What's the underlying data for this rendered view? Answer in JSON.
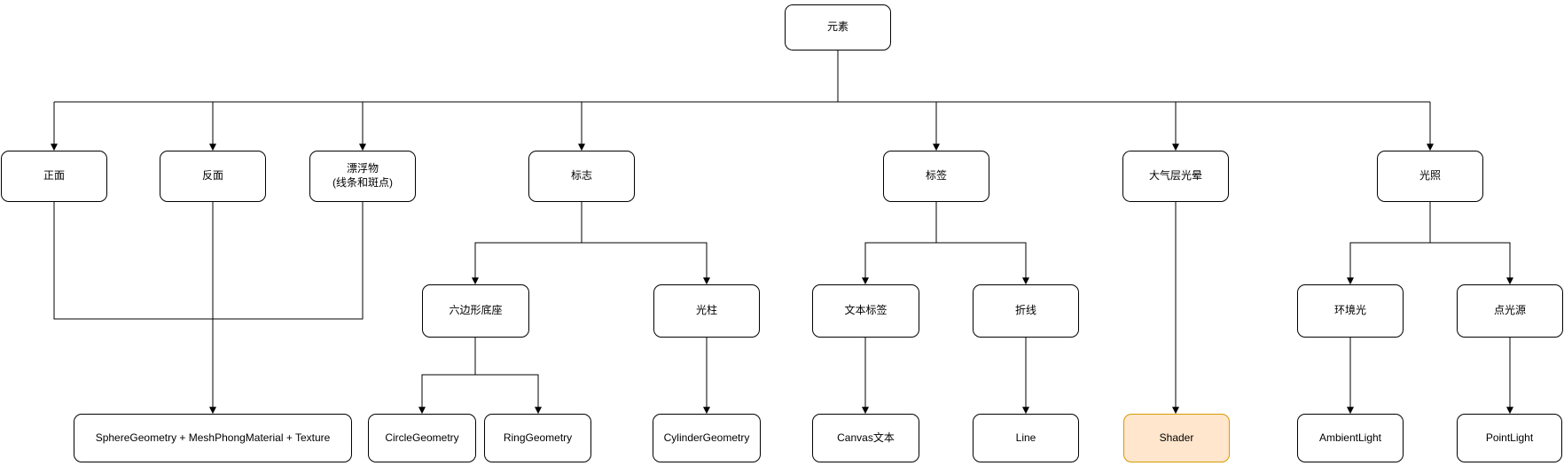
{
  "diagram": {
    "colors": {
      "node_fill": "#ffffff",
      "node_border": "#000000",
      "highlight_fill": "#ffe6cc",
      "highlight_border": "#d79b00",
      "edge": "#000000",
      "text": "#000000"
    },
    "nodes": {
      "root": {
        "label": "元素"
      },
      "front": {
        "label": "正面"
      },
      "back": {
        "label": "反面"
      },
      "floaters": {
        "label": "漂浮物",
        "label2": "(线条和斑点)"
      },
      "logo": {
        "label": "标志"
      },
      "tag": {
        "label": "标签"
      },
      "atmosphere": {
        "label": "大气层光晕"
      },
      "lighting": {
        "label": "光照"
      },
      "hexbase": {
        "label": "六边形底座"
      },
      "lightpillar": {
        "label": "光柱"
      },
      "textlabel": {
        "label": "文本标签"
      },
      "polyline": {
        "label": "折线"
      },
      "ambient": {
        "label": "环境光"
      },
      "pointsource": {
        "label": "点光源"
      },
      "sphere": {
        "label": "SphereGeometry + MeshPhongMaterial + Texture"
      },
      "circle": {
        "label": "CircleGeometry"
      },
      "ring": {
        "label": "RingGeometry"
      },
      "cylinder": {
        "label": "CylinderGeometry"
      },
      "canvastext": {
        "label": "Canvas文本"
      },
      "line": {
        "label": "Line"
      },
      "shader": {
        "label": "Shader",
        "highlighted": true
      },
      "ambientlight": {
        "label": "AmbientLight"
      },
      "pointlight": {
        "label": "PointLight"
      }
    },
    "edges": [
      {
        "from": "root",
        "to": "front"
      },
      {
        "from": "root",
        "to": "back"
      },
      {
        "from": "root",
        "to": "floaters"
      },
      {
        "from": "root",
        "to": "logo"
      },
      {
        "from": "root",
        "to": "tag"
      },
      {
        "from": "root",
        "to": "atmosphere"
      },
      {
        "from": "root",
        "to": "lighting"
      },
      {
        "from": "front",
        "to": "sphere"
      },
      {
        "from": "back",
        "to": "sphere"
      },
      {
        "from": "floaters",
        "to": "sphere"
      },
      {
        "from": "logo",
        "to": "hexbase"
      },
      {
        "from": "logo",
        "to": "lightpillar"
      },
      {
        "from": "hexbase",
        "to": "circle"
      },
      {
        "from": "hexbase",
        "to": "ring"
      },
      {
        "from": "lightpillar",
        "to": "cylinder"
      },
      {
        "from": "tag",
        "to": "textlabel"
      },
      {
        "from": "tag",
        "to": "polyline"
      },
      {
        "from": "textlabel",
        "to": "canvastext"
      },
      {
        "from": "polyline",
        "to": "line"
      },
      {
        "from": "atmosphere",
        "to": "shader"
      },
      {
        "from": "lighting",
        "to": "ambient"
      },
      {
        "from": "lighting",
        "to": "pointsource"
      },
      {
        "from": "ambient",
        "to": "ambientlight"
      },
      {
        "from": "pointsource",
        "to": "pointlight"
      }
    ]
  }
}
